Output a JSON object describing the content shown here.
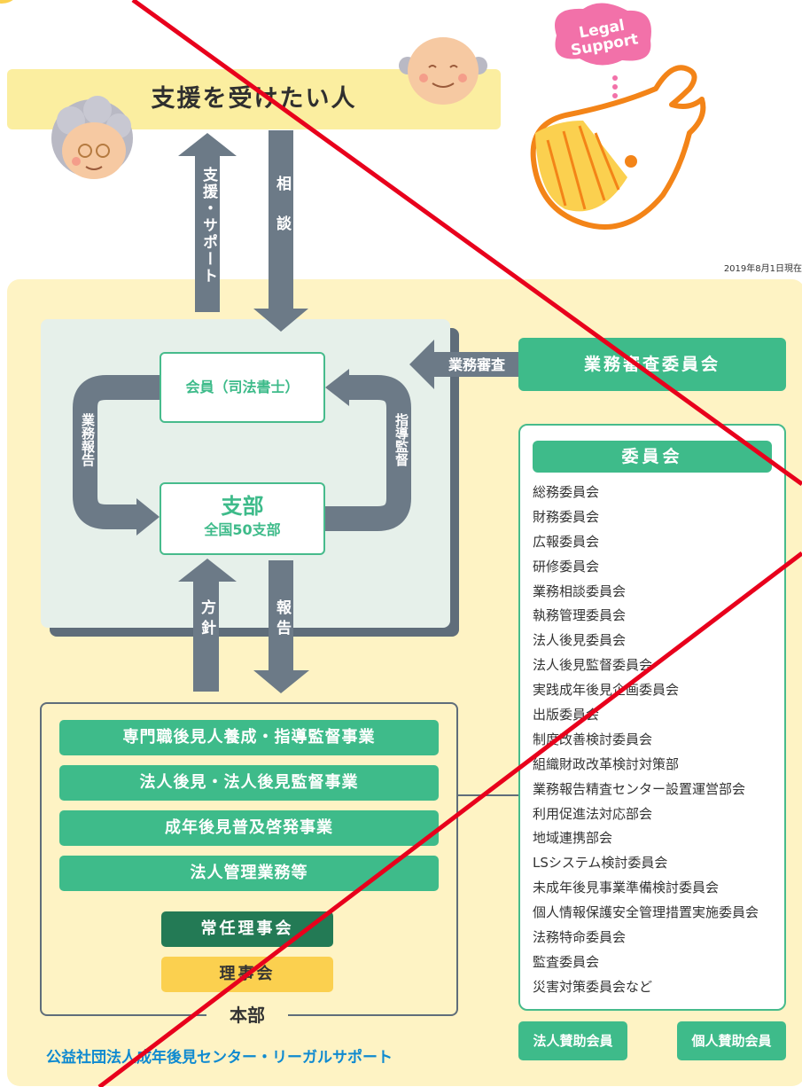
{
  "target": {
    "title": "支援を受けたい人"
  },
  "arrows": {
    "support": "支援・サポート",
    "consult": "相談",
    "review": "業務審査",
    "report_business": "業務報告",
    "guidance": "指導監督",
    "policy": "方針",
    "report": "報告"
  },
  "boxes": {
    "member": "会員（司法書士）",
    "branch_title": "支部",
    "branch_sub": "全国50支部",
    "review_committee": "業務審査委員会"
  },
  "date": "2019年8月1日現在",
  "logo": {
    "bubble": "Legal Support"
  },
  "headquarters": {
    "label": "本部",
    "projects": [
      "専門職後見人養成・指導監督事業",
      "法人後見・法人後見監督事業",
      "成年後見普及啓発事業",
      "法人管理業務等"
    ],
    "standing_board": "常任理事会",
    "board": "理事会"
  },
  "committees": {
    "title": "委員会",
    "items": [
      "総務委員会",
      "財務委員会",
      "広報委員会",
      "研修委員会",
      "業務相談委員会",
      "執務管理委員会",
      "法人後見委員会",
      "法人後見監督委員会",
      "実践成年後見企画委員会",
      "出版委員会",
      "制度改善検討委員会",
      "組織財政改革検討対策部",
      "業務報告精査センター設置運営部会",
      "利用促進法対応部会",
      "地域連携部会",
      "LSシステム検討委員会",
      "未成年後見事業準備検討委員会",
      "個人情報保護安全管理措置実施委員会",
      "法務特命委員会",
      "監査委員会",
      "災害対策委員会など"
    ]
  },
  "supporting": {
    "corporate": "法人賛助会員",
    "individual": "個人賛助会員"
  },
  "footer": "公益社団法人成年後見センター・リーガルサポート",
  "colors": {
    "green": "#3ebb8a",
    "dark_green": "#237a55",
    "yellow": "#fbd04f",
    "slate": "#6c7a87",
    "cream": "#fef3c4",
    "blue": "#0f8ad0",
    "red": "#e8001c"
  }
}
